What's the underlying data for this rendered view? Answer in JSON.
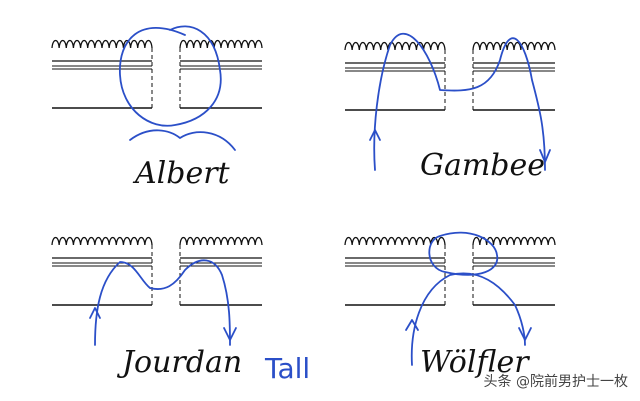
{
  "labels": {
    "albert": "Albert",
    "gambee": "Gambee",
    "jourdan": "Jourdan",
    "wolfler": "Wölfler",
    "signature": "Tall"
  },
  "watermark": "头条 @院前男护士一枚",
  "colors": {
    "suture": "#2b4fc8",
    "tissue": "#111111",
    "signature": "#2b4fc8"
  }
}
